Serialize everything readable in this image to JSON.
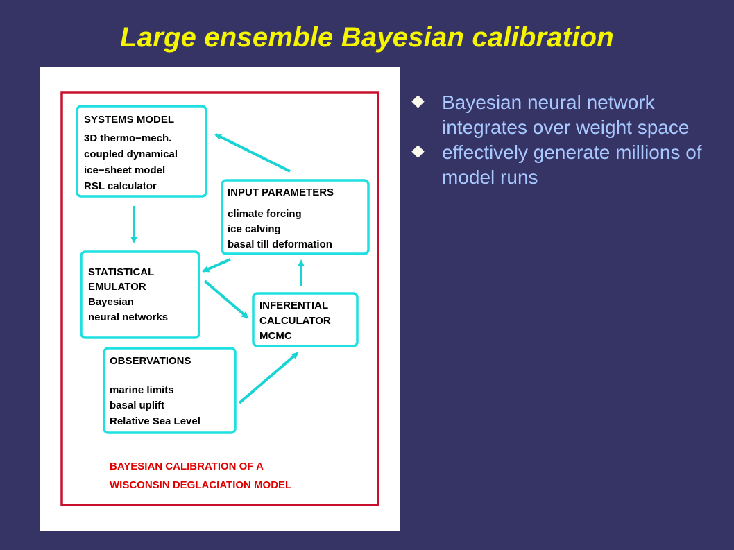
{
  "slide": {
    "title": "Large ensemble Bayesian calibration"
  },
  "diagram": {
    "boxes": {
      "systems_model": {
        "heading": "SYSTEMS MODEL",
        "lines": [
          "3D thermo−mech.",
          "coupled dynamical",
          "ice−sheet model",
          "RSL calculator"
        ]
      },
      "input_parameters": {
        "heading": "INPUT PARAMETERS",
        "lines": [
          "climate forcing",
          "ice calving",
          "basal till deformation"
        ]
      },
      "statistical_emulator": {
        "heading": "STATISTICAL",
        "lines": [
          "EMULATOR",
          "Bayesian",
          "neural networks"
        ]
      },
      "inferential_calculator": {
        "heading": "INFERENTIAL",
        "lines": [
          "CALCULATOR",
          "MCMC"
        ]
      },
      "observations": {
        "heading": "OBSERVATIONS",
        "lines": [
          "marine limits",
          "basal uplift",
          "Relative Sea Level"
        ]
      }
    },
    "caption": [
      "BAYESIAN CALIBRATION OF A",
      "WISCONSIN DEGLACIATION MODEL"
    ],
    "colors": {
      "frame": "#c8102e",
      "box_border": "#1ee0e0",
      "arrow": "#1ad4d4",
      "caption": "#e00000"
    }
  },
  "bullets": [
    {
      "text": "Bayesian neural network integrates over weight space"
    },
    {
      "text": "effectively generate millions of model runs"
    }
  ],
  "colors": {
    "background": "#353465",
    "title": "#f5f500",
    "bullet_text": "#a9c8ff"
  }
}
